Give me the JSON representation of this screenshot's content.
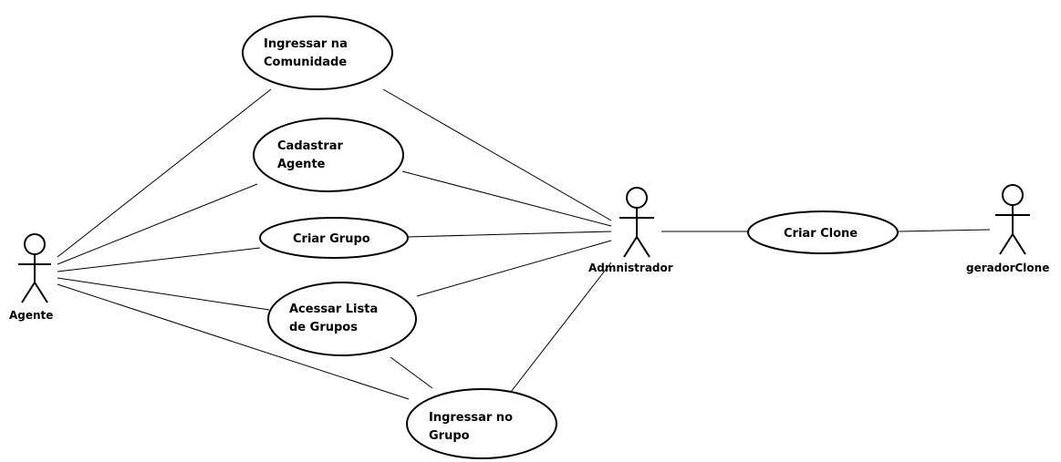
{
  "diagram": {
    "actors": {
      "agente": "Agente",
      "admin": "Admnistrador",
      "gerador": "geradorClone"
    },
    "use_cases": {
      "ingressar_comunidade": [
        "Ingressar na",
        "Comunidade"
      ],
      "cadastrar_agente": [
        "Cadastrar",
        "Agente"
      ],
      "criar_grupo": [
        "Criar Grupo"
      ],
      "acessar_lista": [
        "Acessar Lista",
        "de Grupos"
      ],
      "ingressar_grupo": [
        "Ingressar no",
        "Grupo"
      ],
      "criar_clone": [
        "Criar Clone"
      ]
    }
  }
}
